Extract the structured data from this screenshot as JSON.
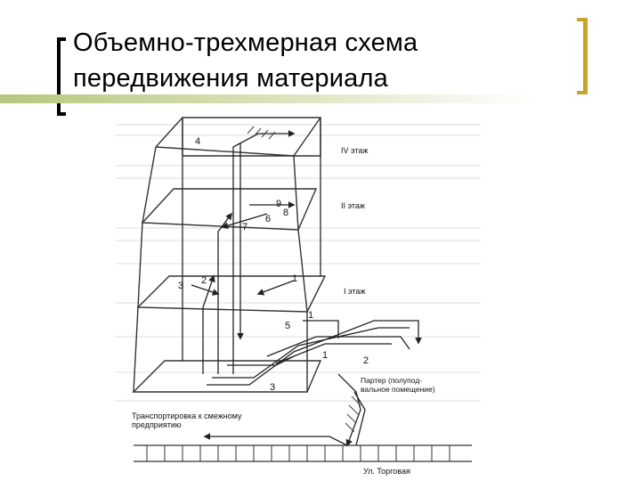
{
  "slide": {
    "title_line1": "Объемно-трехмерная схема",
    "title_line2": "передвижения материала",
    "colors": {
      "bracket_left": "#000000",
      "bracket_right": "#c9a227",
      "accent_bar": "#b7c77e"
    }
  },
  "diagram": {
    "floor_iv": "IV этаж",
    "floor_ii": "II этаж",
    "floor_i": "I этаж",
    "basement_line1": "Партер (полупод-",
    "basement_line2": "вальное помещение)",
    "transport_line1": "Транспортировка к смежному",
    "transport_line2": "предприятию",
    "street": "Ул. Торговая",
    "markers": {
      "m1a": "1",
      "m1b": "1",
      "m1c": "1",
      "m2a": "2",
      "m2b": "2",
      "m3a": "3",
      "m3b": "3",
      "m4": "4",
      "m5": "5",
      "m6": "6",
      "m7": "7",
      "m8": "8",
      "m9": "9"
    }
  }
}
